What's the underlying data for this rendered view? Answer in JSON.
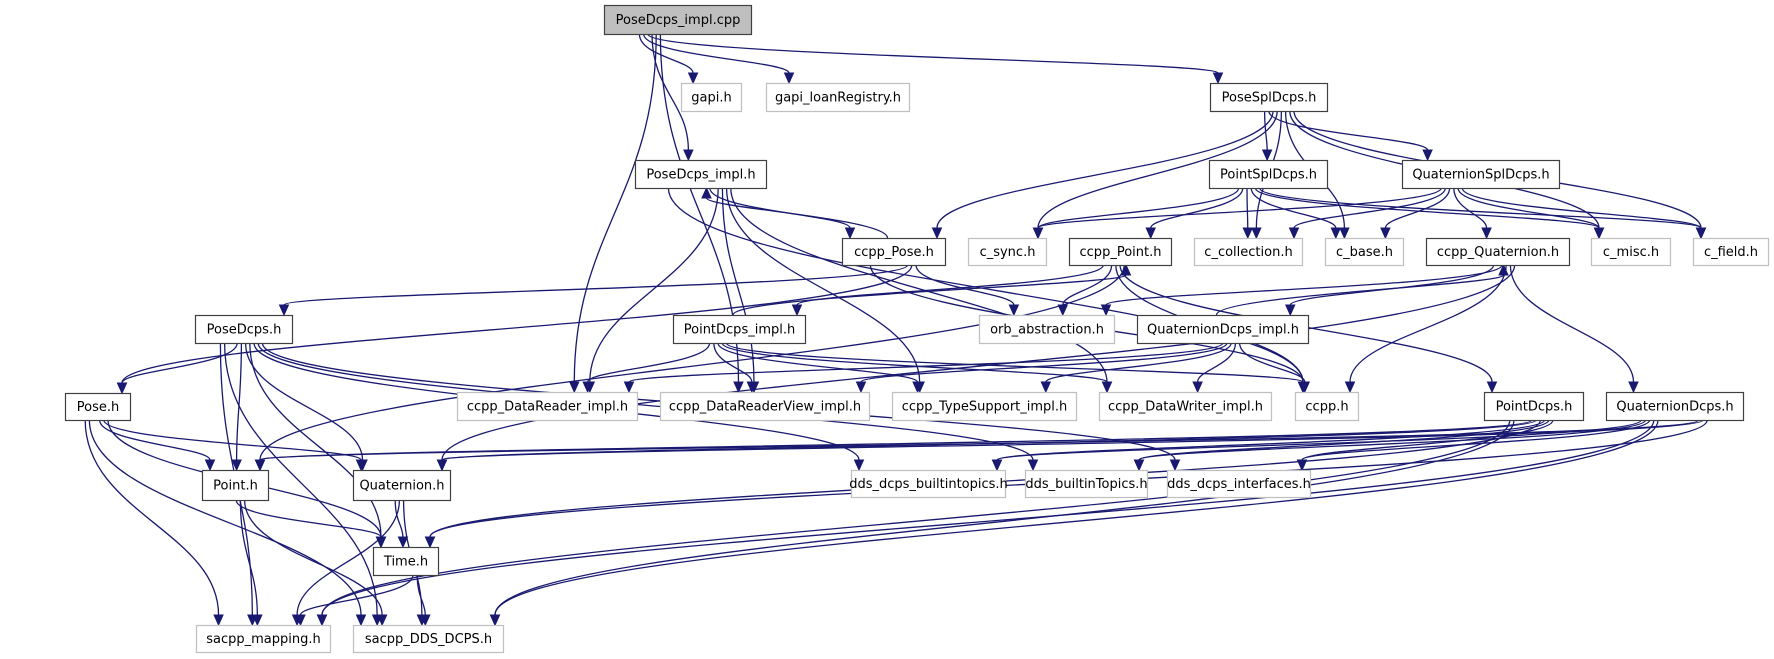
{
  "graph": {
    "title": "PoseDcps_impl.cpp include dependency graph",
    "colors": {
      "edge": "#191970",
      "documented_border": "#404040",
      "undocumented_border": "#bfbfbf",
      "root_fill": "#bfbfbf",
      "node_fill": "#ffffff"
    },
    "nodes": [
      {
        "id": "n_root",
        "label": "PoseDcps_impl.cpp",
        "kind": "root"
      },
      {
        "id": "n_gapi",
        "label": "gapi.h",
        "kind": "external"
      },
      {
        "id": "n_gapiloan",
        "label": "gapi_loanRegistry.h",
        "kind": "external"
      },
      {
        "id": "n_posespl",
        "label": "PoseSplDcps.h",
        "kind": "documented"
      },
      {
        "id": "n_poseimplh",
        "label": "PoseDcps_impl.h",
        "kind": "documented"
      },
      {
        "id": "n_pointspl",
        "label": "PointSplDcps.h",
        "kind": "documented"
      },
      {
        "id": "n_quatspl",
        "label": "QuaternionSplDcps.h",
        "kind": "documented"
      },
      {
        "id": "n_ccpppose",
        "label": "ccpp_Pose.h",
        "kind": "documented"
      },
      {
        "id": "n_csync",
        "label": "c_sync.h",
        "kind": "external"
      },
      {
        "id": "n_ccpppoint",
        "label": "ccpp_Point.h",
        "kind": "documented"
      },
      {
        "id": "n_ccoll",
        "label": "c_collection.h",
        "kind": "external"
      },
      {
        "id": "n_cbase",
        "label": "c_base.h",
        "kind": "external"
      },
      {
        "id": "n_ccppquat",
        "label": "ccpp_Quaternion.h",
        "kind": "documented"
      },
      {
        "id": "n_cmisc",
        "label": "c_misc.h",
        "kind": "external"
      },
      {
        "id": "n_cfield",
        "label": "c_field.h",
        "kind": "external"
      },
      {
        "id": "n_posedcps",
        "label": "PoseDcps.h",
        "kind": "documented"
      },
      {
        "id": "n_pointimpl",
        "label": "PointDcps_impl.h",
        "kind": "documented"
      },
      {
        "id": "n_orb",
        "label": "orb_abstraction.h",
        "kind": "external"
      },
      {
        "id": "n_quatimpl",
        "label": "QuaternionDcps_impl.h",
        "kind": "documented"
      },
      {
        "id": "n_pose",
        "label": "Pose.h",
        "kind": "documented"
      },
      {
        "id": "n_drimpl",
        "label": "ccpp_DataReader_impl.h",
        "kind": "external"
      },
      {
        "id": "n_drvimpl",
        "label": "ccpp_DataReaderView_impl.h",
        "kind": "external"
      },
      {
        "id": "n_tsimpl",
        "label": "ccpp_TypeSupport_impl.h",
        "kind": "external"
      },
      {
        "id": "n_dwimpl",
        "label": "ccpp_DataWriter_impl.h",
        "kind": "external"
      },
      {
        "id": "n_ccpp",
        "label": "ccpp.h",
        "kind": "external"
      },
      {
        "id": "n_pointdcps",
        "label": "PointDcps.h",
        "kind": "documented"
      },
      {
        "id": "n_quatdcps",
        "label": "QuaternionDcps.h",
        "kind": "documented"
      },
      {
        "id": "n_point",
        "label": "Point.h",
        "kind": "documented"
      },
      {
        "id": "n_quat",
        "label": "Quaternion.h",
        "kind": "documented"
      },
      {
        "id": "n_bti",
        "label": "dds_dcps_builtintopics.h",
        "kind": "external"
      },
      {
        "id": "n_btT",
        "label": "dds_builtinTopics.h",
        "kind": "external"
      },
      {
        "id": "n_ifc",
        "label": "dds_dcps_interfaces.h",
        "kind": "external"
      },
      {
        "id": "n_time",
        "label": "Time.h",
        "kind": "documented"
      },
      {
        "id": "n_sacmap",
        "label": "sacpp_mapping.h",
        "kind": "external"
      },
      {
        "id": "n_sacdds",
        "label": "sacpp_DDS_DCPS.h",
        "kind": "external"
      }
    ],
    "edges": [
      [
        "n_root",
        "n_gapi"
      ],
      [
        "n_root",
        "n_gapiloan"
      ],
      [
        "n_root",
        "n_posespl"
      ],
      [
        "n_root",
        "n_poseimplh"
      ],
      [
        "n_root",
        "n_drimpl"
      ],
      [
        "n_root",
        "n_drvimpl"
      ],
      [
        "n_posespl",
        "n_pointspl"
      ],
      [
        "n_posespl",
        "n_quatspl"
      ],
      [
        "n_posespl",
        "n_ccpppose"
      ],
      [
        "n_posespl",
        "n_csync"
      ],
      [
        "n_posespl",
        "n_ccoll"
      ],
      [
        "n_posespl",
        "n_cbase"
      ],
      [
        "n_posespl",
        "n_cmisc"
      ],
      [
        "n_posespl",
        "n_cfield"
      ],
      [
        "n_pointspl",
        "n_csync"
      ],
      [
        "n_pointspl",
        "n_ccpppoint"
      ],
      [
        "n_pointspl",
        "n_ccoll"
      ],
      [
        "n_pointspl",
        "n_cbase"
      ],
      [
        "n_pointspl",
        "n_cmisc"
      ],
      [
        "n_pointspl",
        "n_cfield"
      ],
      [
        "n_quatspl",
        "n_csync"
      ],
      [
        "n_quatspl",
        "n_ccoll"
      ],
      [
        "n_quatspl",
        "n_cbase"
      ],
      [
        "n_quatspl",
        "n_ccppquat"
      ],
      [
        "n_quatspl",
        "n_cmisc"
      ],
      [
        "n_quatspl",
        "n_cfield"
      ],
      [
        "n_poseimplh",
        "n_ccpppose"
      ],
      [
        "n_ccpppose",
        "n_poseimplh"
      ],
      [
        "n_poseimplh",
        "n_drimpl"
      ],
      [
        "n_poseimplh",
        "n_drvimpl"
      ],
      [
        "n_poseimplh",
        "n_tsimpl"
      ],
      [
        "n_poseimplh",
        "n_dwimpl"
      ],
      [
        "n_poseimplh",
        "n_ccpp"
      ],
      [
        "n_ccpppose",
        "n_posedcps"
      ],
      [
        "n_ccpppose",
        "n_pose"
      ],
      [
        "n_ccpppose",
        "n_orb"
      ],
      [
        "n_ccpppose",
        "n_ccpp"
      ],
      [
        "n_ccpppoint",
        "n_pointimpl"
      ],
      [
        "n_pointimpl",
        "n_ccpppoint"
      ],
      [
        "n_ccpppoint",
        "n_orb"
      ],
      [
        "n_ccpppoint",
        "n_ccpp"
      ],
      [
        "n_ccpppoint",
        "n_pointdcps"
      ],
      [
        "n_ccpppoint",
        "n_point"
      ],
      [
        "n_ccppquat",
        "n_quatimpl"
      ],
      [
        "n_quatimpl",
        "n_ccppquat"
      ],
      [
        "n_ccppquat",
        "n_orb"
      ],
      [
        "n_ccppquat",
        "n_ccpp"
      ],
      [
        "n_ccppquat",
        "n_quatdcps"
      ],
      [
        "n_ccppquat",
        "n_quat"
      ],
      [
        "n_pointimpl",
        "n_drimpl"
      ],
      [
        "n_pointimpl",
        "n_drvimpl"
      ],
      [
        "n_pointimpl",
        "n_tsimpl"
      ],
      [
        "n_pointimpl",
        "n_dwimpl"
      ],
      [
        "n_pointimpl",
        "n_ccpp"
      ],
      [
        "n_quatimpl",
        "n_drimpl"
      ],
      [
        "n_quatimpl",
        "n_drvimpl"
      ],
      [
        "n_quatimpl",
        "n_tsimpl"
      ],
      [
        "n_quatimpl",
        "n_dwimpl"
      ],
      [
        "n_quatimpl",
        "n_ccpp"
      ],
      [
        "n_posedcps",
        "n_pose"
      ],
      [
        "n_posedcps",
        "n_point"
      ],
      [
        "n_posedcps",
        "n_quat"
      ],
      [
        "n_posedcps",
        "n_time"
      ],
      [
        "n_posedcps",
        "n_bti"
      ],
      [
        "n_posedcps",
        "n_btT"
      ],
      [
        "n_posedcps",
        "n_ifc"
      ],
      [
        "n_posedcps",
        "n_sacmap"
      ],
      [
        "n_posedcps",
        "n_sacdds"
      ],
      [
        "n_pose",
        "n_point"
      ],
      [
        "n_pose",
        "n_quat"
      ],
      [
        "n_pose",
        "n_time"
      ],
      [
        "n_pose",
        "n_sacmap"
      ],
      [
        "n_pose",
        "n_sacdds"
      ],
      [
        "n_pointdcps",
        "n_point"
      ],
      [
        "n_pointdcps",
        "n_quat"
      ],
      [
        "n_pointdcps",
        "n_time"
      ],
      [
        "n_pointdcps",
        "n_bti"
      ],
      [
        "n_pointdcps",
        "n_btT"
      ],
      [
        "n_pointdcps",
        "n_ifc"
      ],
      [
        "n_pointdcps",
        "n_sacmap"
      ],
      [
        "n_pointdcps",
        "n_sacdds"
      ],
      [
        "n_quatdcps",
        "n_point"
      ],
      [
        "n_quatdcps",
        "n_quat"
      ],
      [
        "n_quatdcps",
        "n_time"
      ],
      [
        "n_quatdcps",
        "n_bti"
      ],
      [
        "n_quatdcps",
        "n_btT"
      ],
      [
        "n_quatdcps",
        "n_ifc"
      ],
      [
        "n_quatdcps",
        "n_sacmap"
      ],
      [
        "n_quatdcps",
        "n_sacdds"
      ],
      [
        "n_point",
        "n_time"
      ],
      [
        "n_point",
        "n_sacmap"
      ],
      [
        "n_point",
        "n_sacdds"
      ],
      [
        "n_quat",
        "n_time"
      ],
      [
        "n_quat",
        "n_sacmap"
      ],
      [
        "n_quat",
        "n_sacdds"
      ],
      [
        "n_time",
        "n_sacmap"
      ],
      [
        "n_time",
        "n_sacdds"
      ]
    ]
  }
}
